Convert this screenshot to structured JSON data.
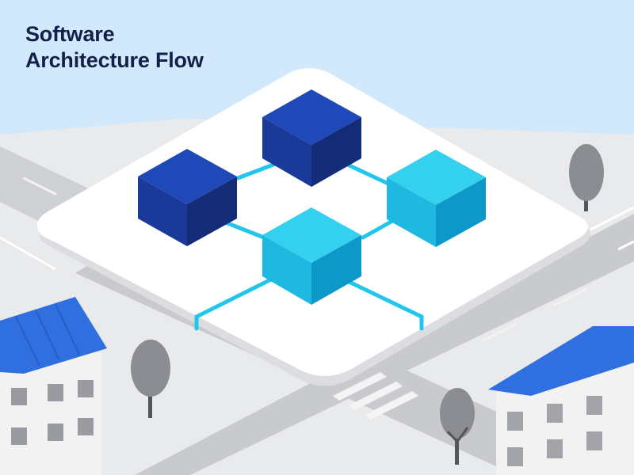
{
  "title": {
    "line1": "Software",
    "line2": "Architecture Flow"
  },
  "palette": {
    "sky": "#d2e8fb",
    "ground": "#e9eaec",
    "road": "#c9cacd",
    "platform": "#ffffff",
    "node_dark_top": "#1f49b8",
    "node_dark_left": "#1a3a9a",
    "node_dark_right": "#142c78",
    "node_light_top": "#33d1ef",
    "node_light_left": "#1fb8e0",
    "node_light_right": "#0e98c9",
    "connector": "#22c6ea",
    "roof": "#2f6fe0",
    "tree": "#8c8d92"
  },
  "diagram": {
    "nodes": [
      {
        "id": "node-top",
        "tone": "dark"
      },
      {
        "id": "node-left",
        "tone": "dark"
      },
      {
        "id": "node-right",
        "tone": "light"
      },
      {
        "id": "node-center",
        "tone": "light"
      }
    ],
    "connections": [
      {
        "from": "node-left",
        "to": "node-top"
      },
      {
        "from": "node-top",
        "to": "node-right"
      },
      {
        "from": "node-left",
        "to": "node-center"
      },
      {
        "from": "node-right",
        "to": "node-center"
      }
    ]
  }
}
